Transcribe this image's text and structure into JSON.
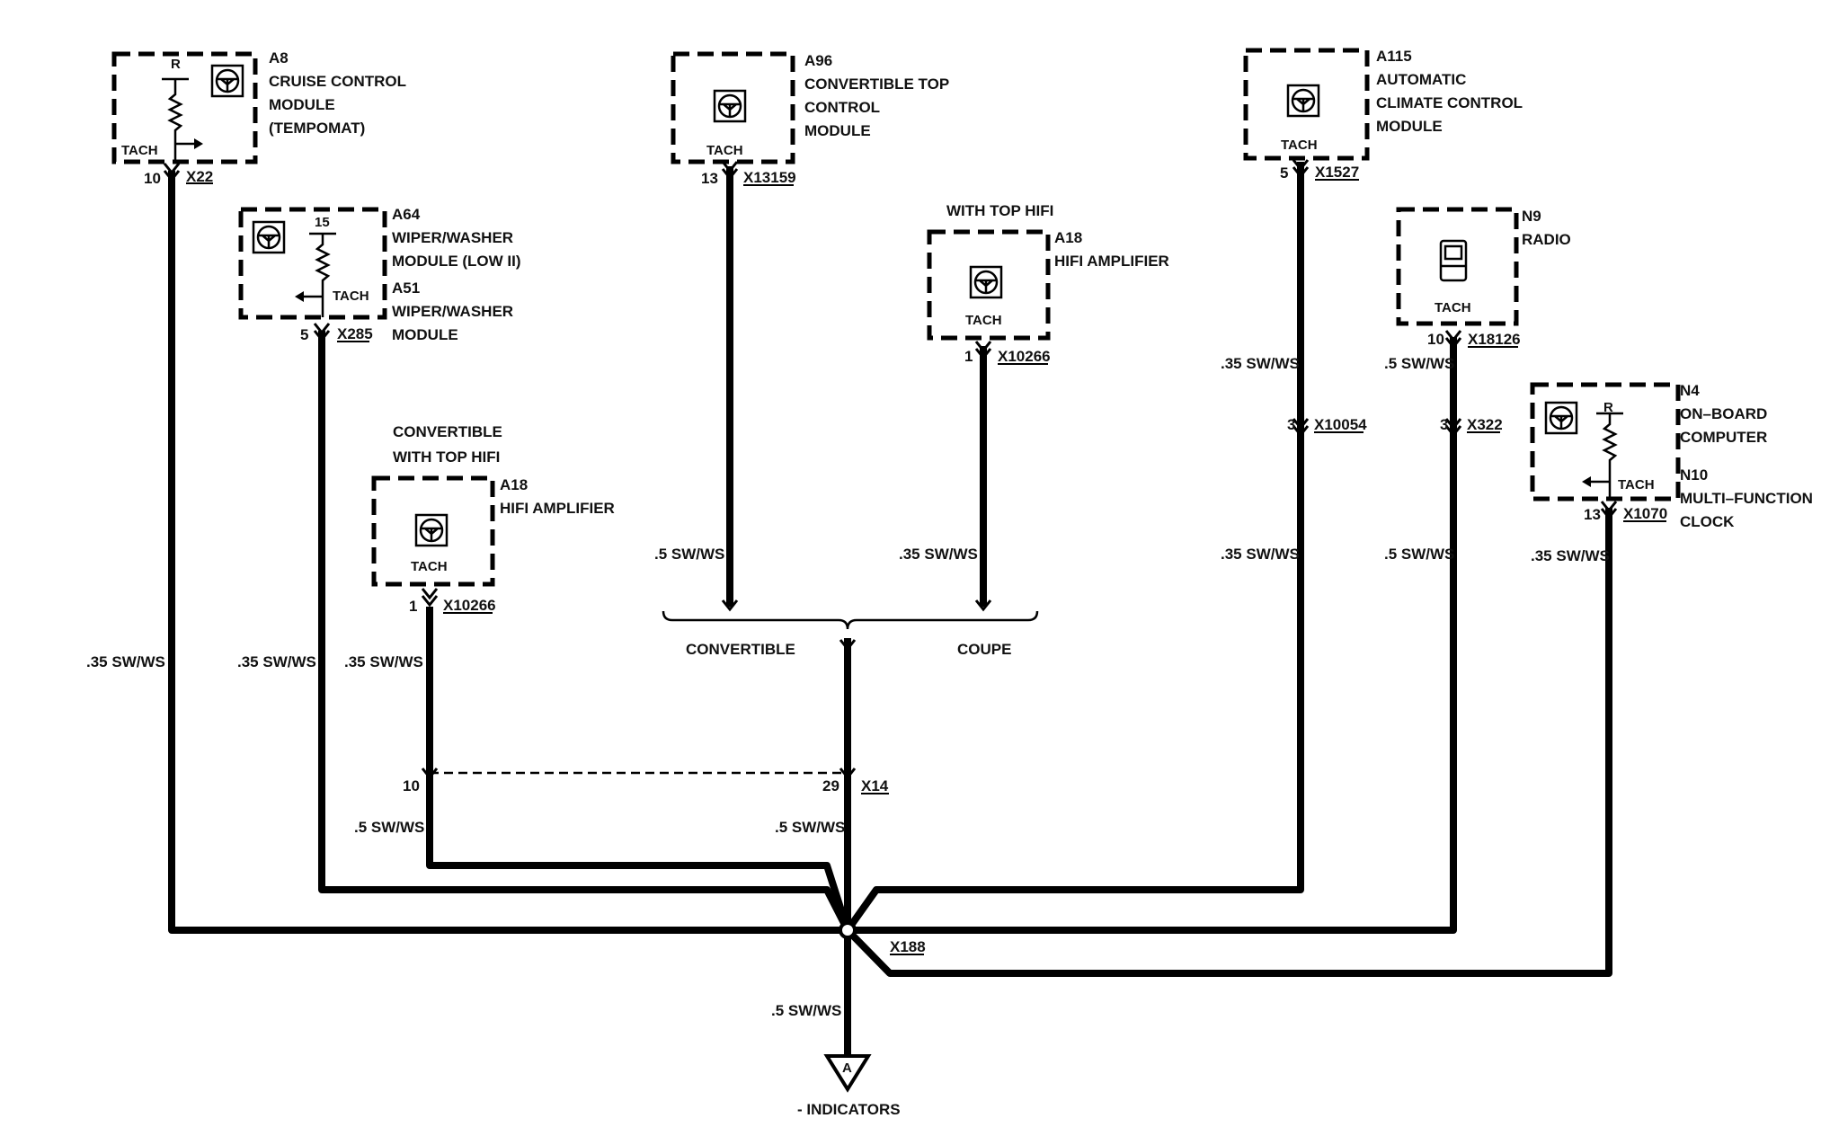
{
  "components": {
    "a8": {
      "ref": "A8",
      "lines": [
        "CRUISE CONTROL",
        "MODULE",
        "(TEMPOMAT)"
      ],
      "pin_label": "R",
      "tach": "TACH",
      "pin": "10",
      "connector": "X22"
    },
    "a64": {
      "ref": "A64",
      "lines": [
        "WIPER/WASHER",
        "MODULE (LOW II)"
      ],
      "ref2": "A51",
      "lines2": [
        "WIPER/WASHER",
        "MODULE"
      ],
      "pin_label": "15",
      "tach": "TACH",
      "pin": "5",
      "connector": "X285"
    },
    "a18_left": {
      "header": [
        "CONVERTIBLE",
        "WITH TOP HIFI"
      ],
      "ref": "A18",
      "lines": [
        "HIFI AMPLIFIER"
      ],
      "tach": "TACH",
      "pin": "1",
      "connector": "X10266"
    },
    "a96": {
      "ref": "A96",
      "lines": [
        "CONVERTIBLE TOP",
        "CONTROL",
        "MODULE"
      ],
      "tach": "TACH",
      "pin": "13",
      "connector": "X13159"
    },
    "a18_right": {
      "header": "WITH TOP HIFI",
      "ref": "A18",
      "lines": [
        "HIFI AMPLIFIER"
      ],
      "tach": "TACH",
      "pin": "1",
      "connector": "X10266"
    },
    "a115": {
      "ref": "A115",
      "lines": [
        "AUTOMATIC",
        "CLIMATE CONTROL",
        "MODULE"
      ],
      "tach": "TACH",
      "pin": "5",
      "connector": "X1527"
    },
    "n9": {
      "ref": "N9",
      "lines": [
        "RADIO"
      ],
      "tach": "TACH",
      "pin": "10",
      "connector": "X18126"
    },
    "n4": {
      "ref": "N4",
      "lines": [
        "ON–BOARD",
        "COMPUTER"
      ],
      "ref2": "N10",
      "lines2": [
        "MULTI–FUNCTION",
        "CLOCK"
      ],
      "pin_label": "R",
      "tach": "TACH",
      "pin": "13",
      "connector": "X1070"
    }
  },
  "wire_labels": {
    "a8_wire": ".35 SW/WS",
    "a64_wire": ".35 SW/WS",
    "a18l_wire": ".35 SW/WS",
    "a96_wire": ".5 SW/WS",
    "a18r_wire": ".35 SW/WS",
    "a115_upper": ".35 SW/WS",
    "a115_lower": ".35 SW/WS",
    "n9_upper": ".5 SW/WS",
    "n9_lower": ".5 SW/WS",
    "n4_wire": ".35 SW/WS",
    "x14_left": ".5 SW/WS",
    "x14_right": ".5 SW/WS",
    "bottom_wire": ".5 SW/WS"
  },
  "inline_connectors": {
    "x10054": {
      "pin": "3",
      "name": "X10054"
    },
    "x322": {
      "pin": "3",
      "name": "X322"
    },
    "x14": {
      "pin_left": "10",
      "pin_right": "29",
      "name": "X14"
    }
  },
  "brace": {
    "left": "CONVERTIBLE",
    "right": "COUPE"
  },
  "splice": "X188",
  "ground_letter": "A",
  "ground_label": "- INDICATORS"
}
